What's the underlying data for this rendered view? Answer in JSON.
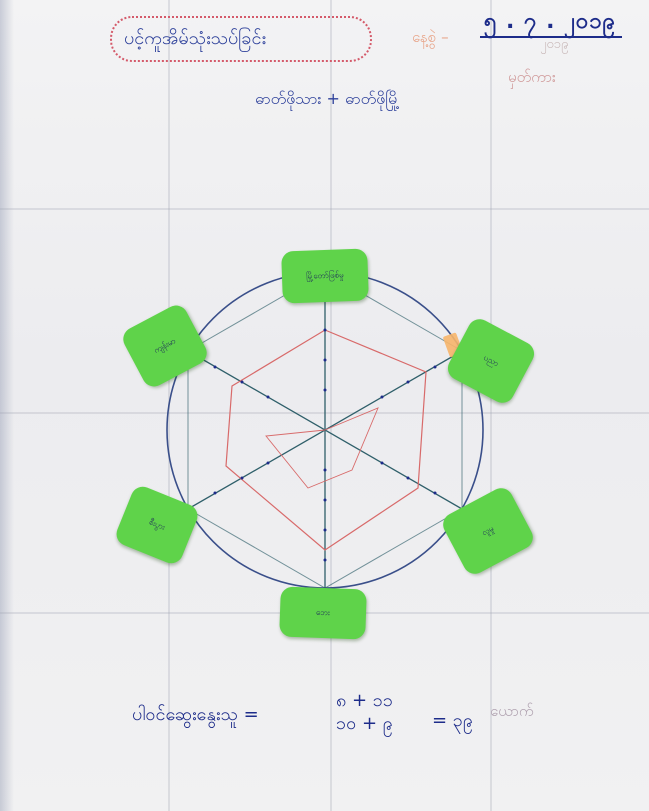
{
  "header": {
    "title": "ပင့်ကူအိမ်သုံးသပ်ခြင်း",
    "subtitle": "ဓာတ်ဖိုသား + ဓာတ်ဖိုမြို့",
    "date_label": "နေ့စွဲ –",
    "date_value": "၅ . ၇ . ၂၀၁၉",
    "date_faint": "၂၀၁၉",
    "time_label": "မှတ်ကား"
  },
  "diagram": {
    "notes": [
      {
        "label": "မြို့တော်ဖြစ်မှု"
      },
      {
        "label": "ကျန်းမာ"
      },
      {
        "label": "ပညာ"
      },
      {
        "label": "စီးပွား"
      },
      {
        "label": "လူမှု"
      },
      {
        "label": "ဘေး"
      }
    ],
    "colors": {
      "circle": "#3a4f8a",
      "spokes": "#2f5f6a",
      "inner_web": "#d86a6a",
      "note_fill": "#5fd34a",
      "ink": "#1d2c8a"
    }
  },
  "footer": {
    "equation_label": "ပါဝင်ဆွေးနွေးသူ =",
    "equation_line1": "၈ + ၁၁",
    "equation_line2": "၁၀ + ၉",
    "equation_result": "= ၃၉",
    "equation_unit": "ယောက်"
  }
}
